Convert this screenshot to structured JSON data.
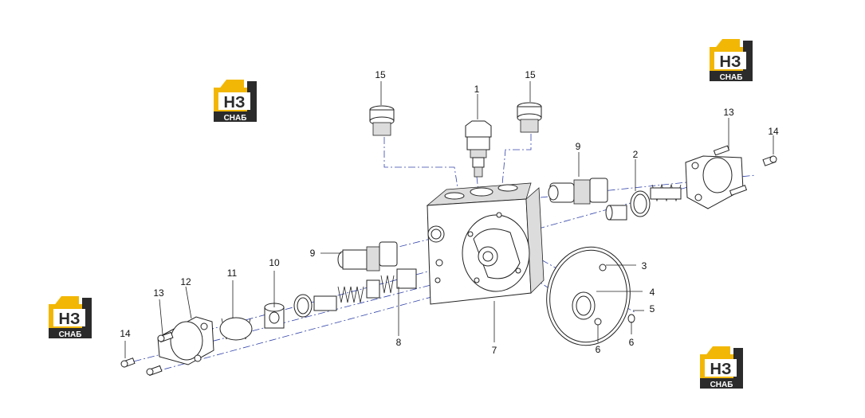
{
  "logo": {
    "letters": "НЗ",
    "caption": "СНАБ",
    "colors": {
      "roof": "#f2b705",
      "dark": "#2b2b2b",
      "light": "#ffffff"
    }
  },
  "callouts": {
    "c1": "1",
    "c2": "2",
    "c3": "3",
    "c4": "4",
    "c5": "5",
    "c6a": "6",
    "c6b": "6",
    "c7": "7",
    "c8": "8",
    "c9a": "9",
    "c9b": "9",
    "c10": "10",
    "c11": "11",
    "c12": "12",
    "c13a": "13",
    "c13b": "13",
    "c14a": "14",
    "c14b": "14",
    "c15a": "15",
    "c15b": "15"
  }
}
